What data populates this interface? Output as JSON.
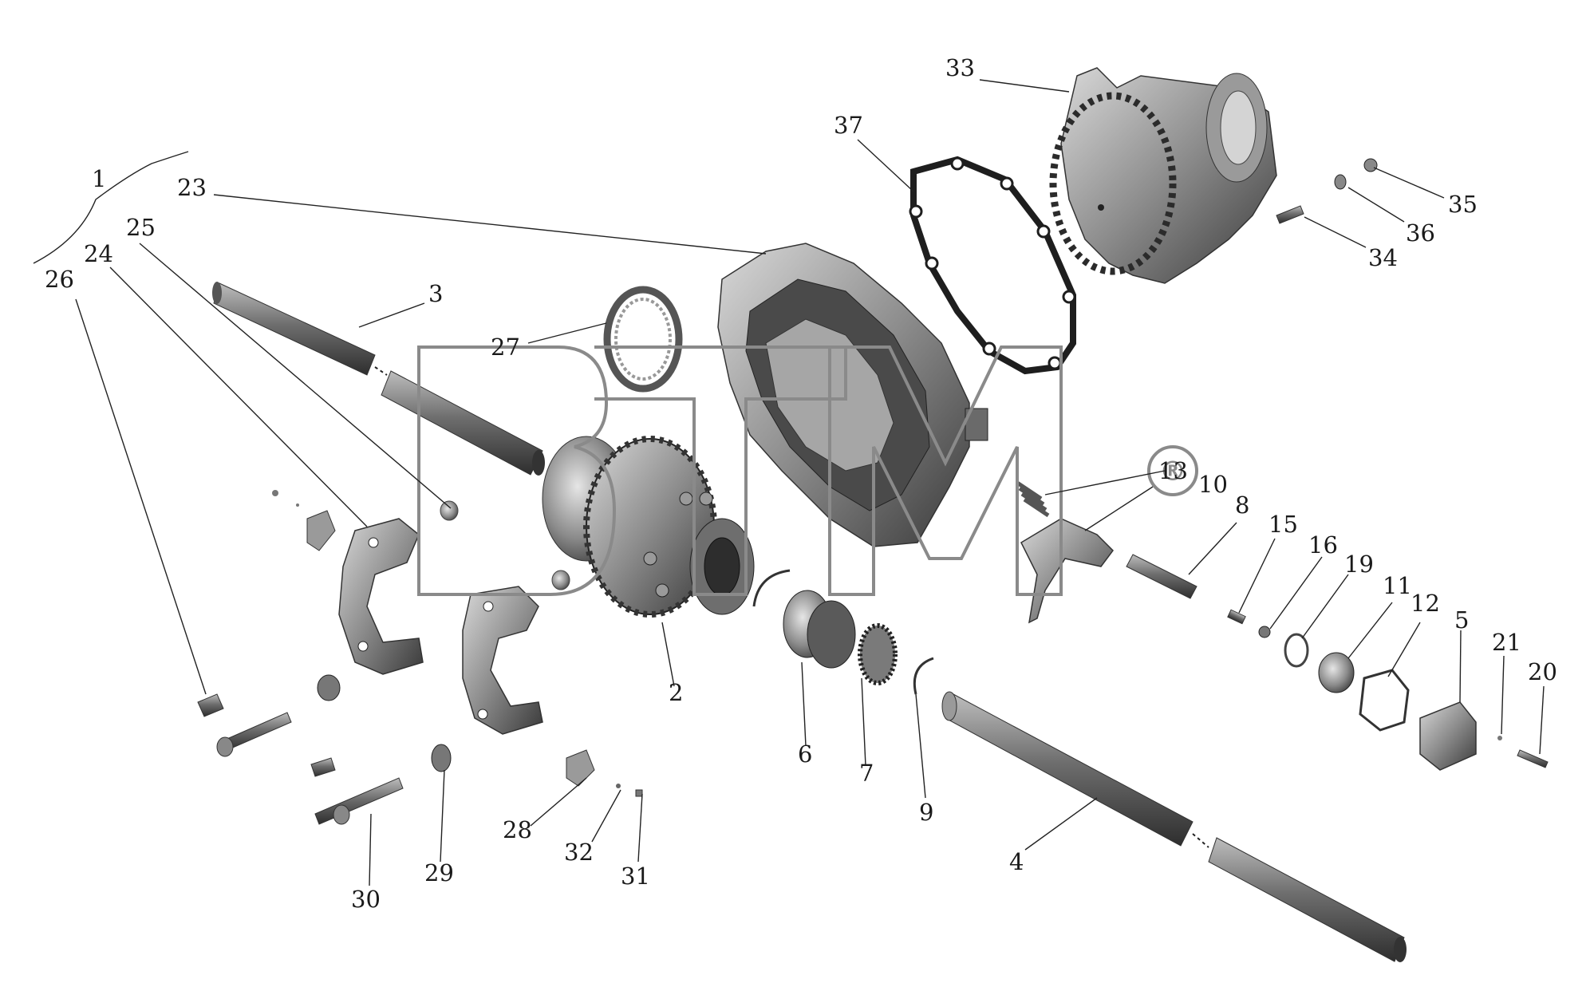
{
  "watermark": {
    "text": "BTM",
    "registered": "®",
    "color": "#8a8a8a"
  },
  "labels": {
    "l1": "1",
    "l2": "2",
    "l3": "3",
    "l4": "4",
    "l5": "5",
    "l6": "6",
    "l7": "7",
    "l8": "8",
    "l9": "9",
    "l10": "10",
    "l11": "11",
    "l12": "12",
    "l13": "13",
    "l15": "15",
    "l16": "16",
    "l19": "19",
    "l20": "20",
    "l21": "21",
    "l23": "23",
    "l24": "24",
    "l25": "25",
    "l26": "26",
    "l27": "27",
    "l28": "28",
    "l29": "29",
    "l30": "30",
    "l31": "31",
    "l32": "32",
    "l33": "33",
    "l34": "34",
    "l35": "35",
    "l36": "36",
    "l37": "37"
  },
  "colors": {
    "metal_dark": "#3c3c3c",
    "metal_mid": "#7a7a7a",
    "metal_light": "#c8c8c8"
  }
}
